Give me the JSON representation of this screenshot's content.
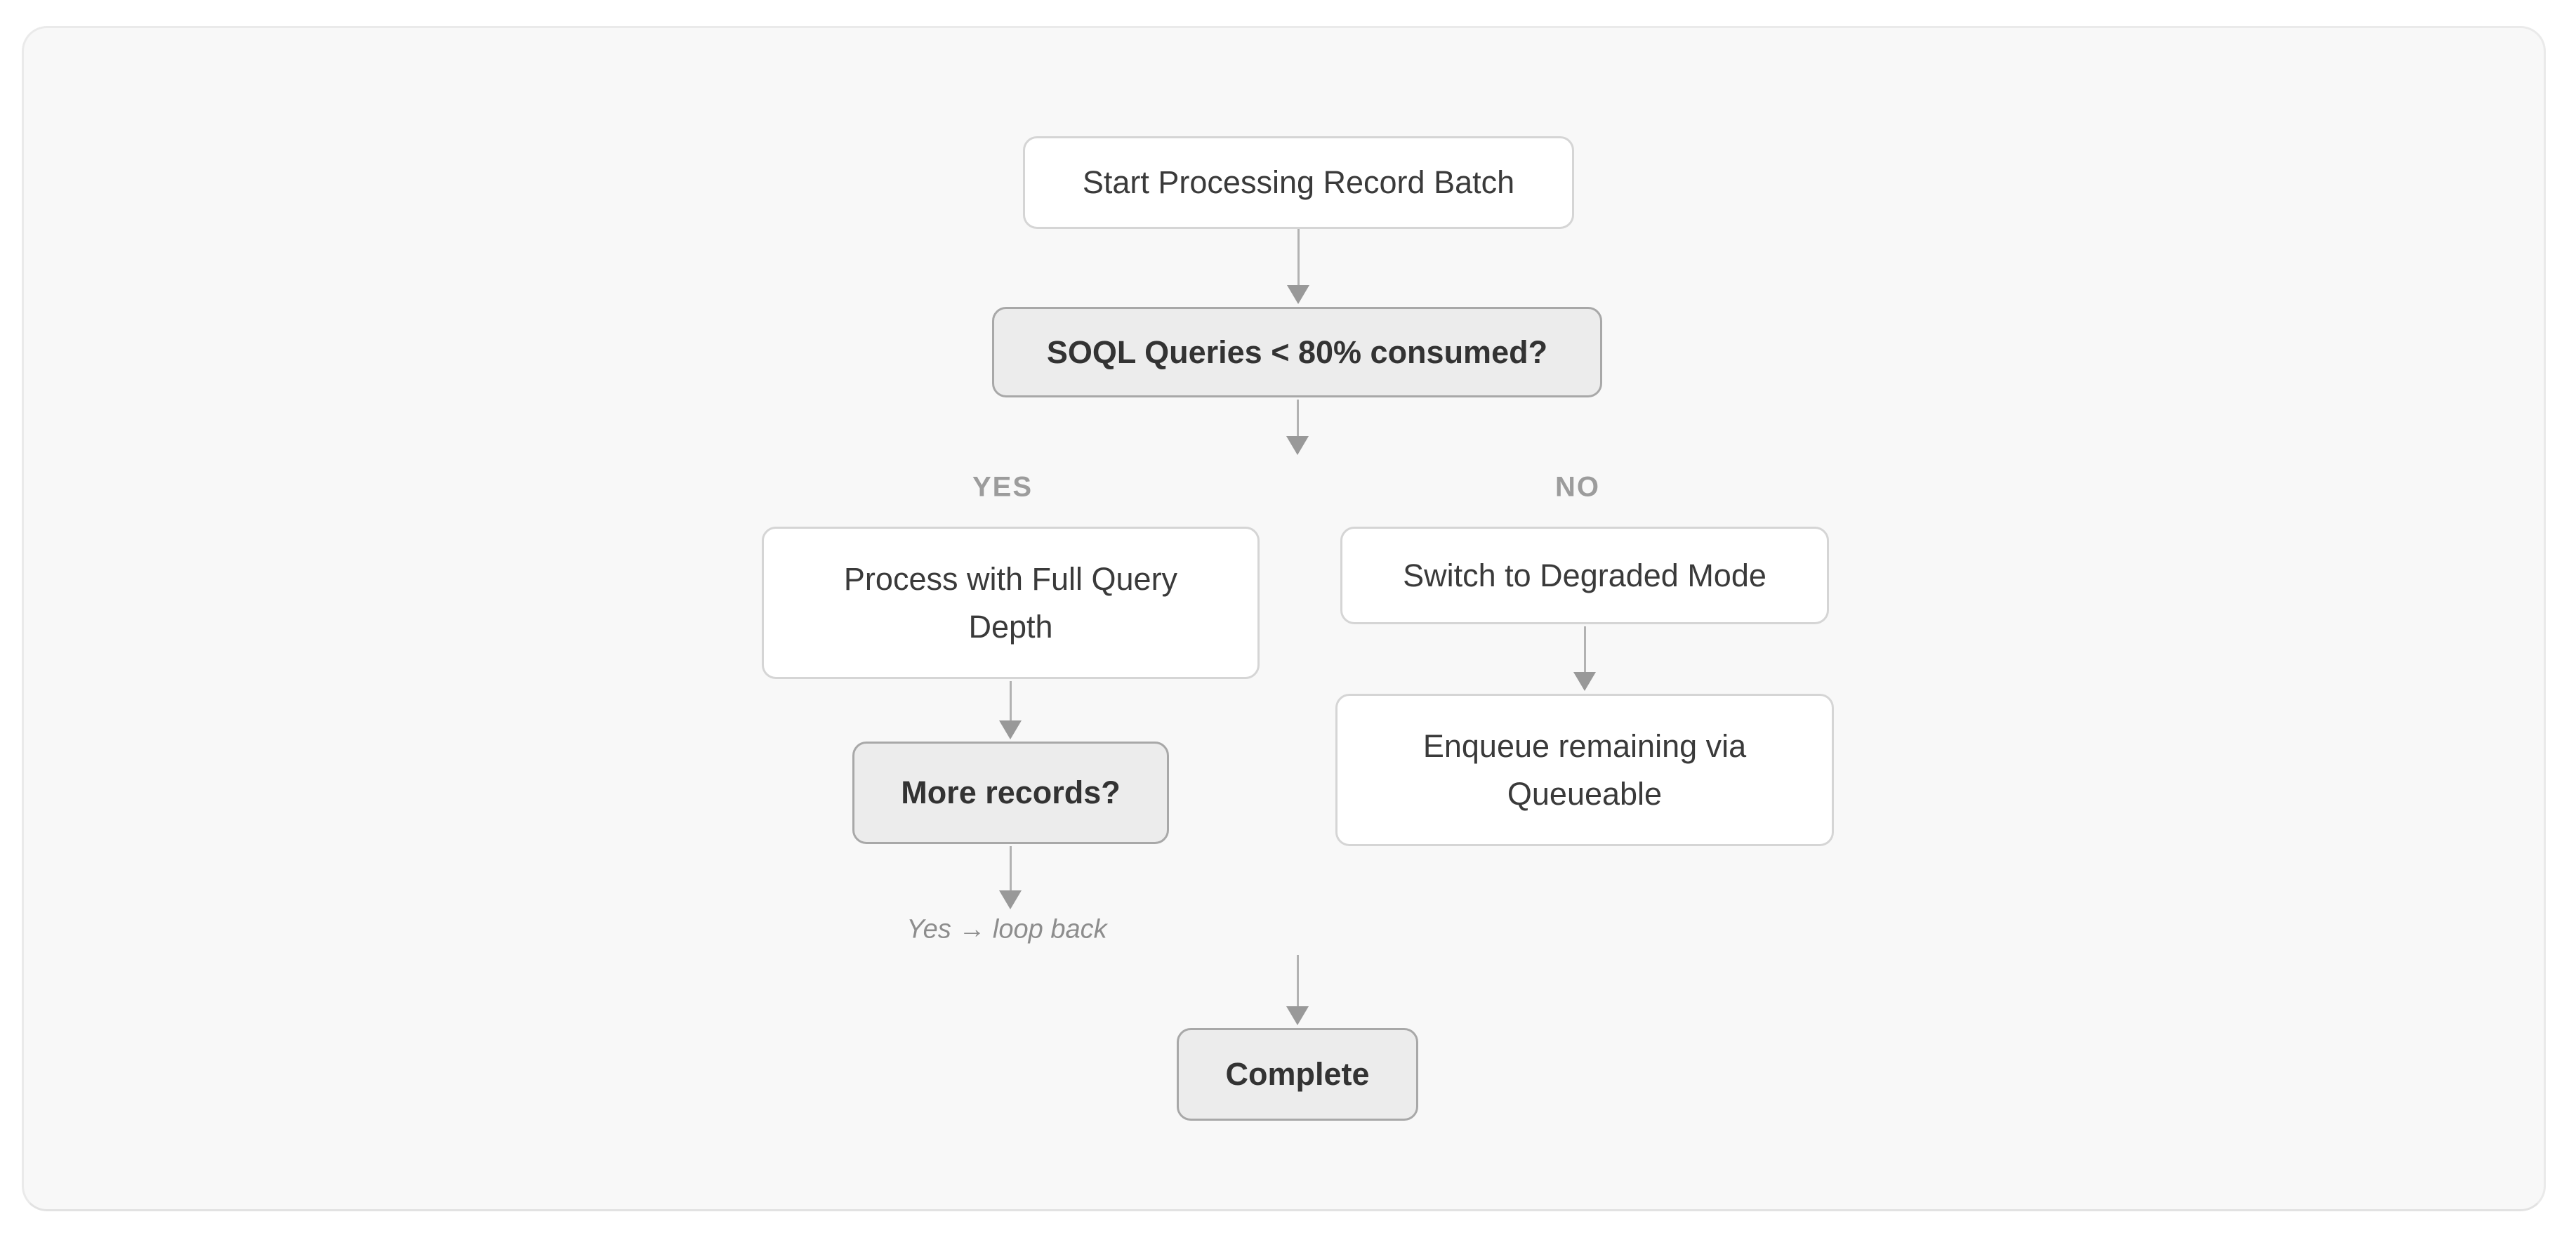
{
  "panel": {
    "background": "#f8f8f8",
    "border_color": "#eaeaea"
  },
  "colors": {
    "process_fill": "#ffffff",
    "process_border": "#d5d5d5",
    "decision_fill": "#ececec",
    "decision_border": "#a8a8a8",
    "arrow_line": "#b2b2b2",
    "arrow_head": "#999999",
    "node_text": "#3a3a3a",
    "branch_label_text": "#9c9c9c",
    "note_text": "#8d8d8d"
  },
  "nodes": {
    "start": {
      "label": "Start Processing Record Batch",
      "type": "process"
    },
    "soql_check": {
      "label": "SOQL Queries < 80% consumed?",
      "type": "decision"
    },
    "process_full": {
      "label": "Process with Full Query Depth",
      "type": "process"
    },
    "switch_degraded": {
      "label": "Switch to Degraded Mode",
      "type": "process"
    },
    "more_records": {
      "label": "More records?",
      "type": "decision"
    },
    "enqueue": {
      "label": "Enqueue remaining via Queueable",
      "type": "process"
    },
    "complete": {
      "label": "Complete",
      "type": "decision"
    }
  },
  "branch_labels": {
    "yes": "YES",
    "no": "NO"
  },
  "annotations": {
    "loop_note": "Yes → loop back"
  },
  "edges": [
    {
      "from": "start",
      "to": "soql_check"
    },
    {
      "from": "soql_check",
      "to": "process_full",
      "branch": "YES"
    },
    {
      "from": "soql_check",
      "to": "switch_degraded",
      "branch": "NO"
    },
    {
      "from": "process_full",
      "to": "more_records"
    },
    {
      "from": "more_records",
      "to": "loop_note",
      "branch": "Yes → loop back"
    },
    {
      "from": "switch_degraded",
      "to": "enqueue"
    },
    {
      "from": "",
      "to": "complete"
    }
  ]
}
